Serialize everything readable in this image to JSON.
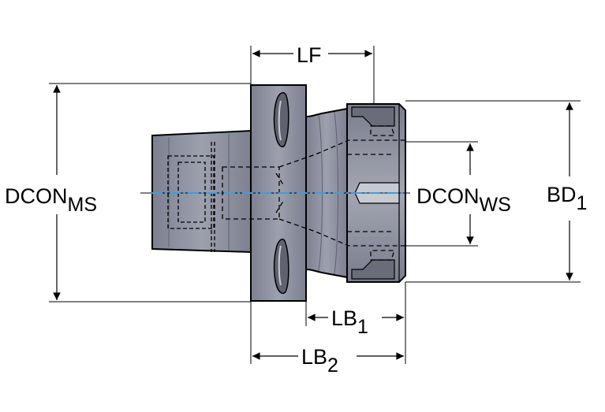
{
  "labels": {
    "lf": "LF",
    "dcon_ms_main": "DCON",
    "dcon_ms_sub": "MS",
    "dcon_ws_main": "DCON",
    "dcon_ws_sub": "WS",
    "bd_main": "BD",
    "bd_sub": "1",
    "lb1_main": "LB",
    "lb1_sub": "1",
    "lb2_main": "LB",
    "lb2_sub": "2"
  },
  "colors": {
    "body_fill": "#8c8f9c",
    "body_dark": "#6f7282",
    "body_light": "#a6a9b5",
    "outline": "#000000",
    "centerline": "#3aa0e0",
    "hidden_line": "#000000"
  }
}
